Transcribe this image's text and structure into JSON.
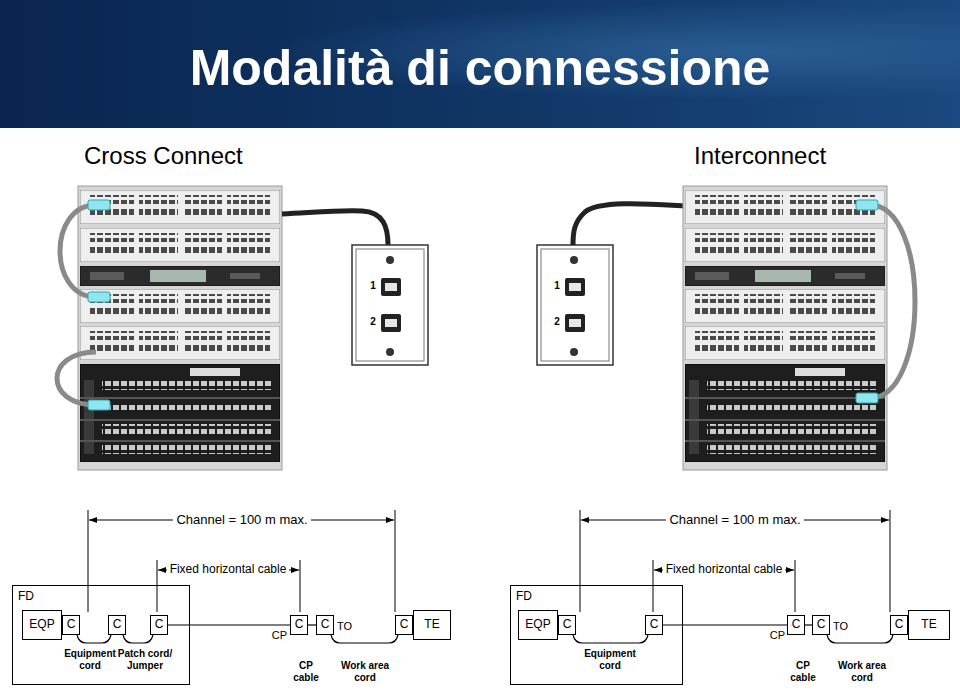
{
  "diagram": {
    "title": "Modalità di connessione",
    "nodes": [
      {
        "text": [
          "FD"
        ]
      },
      {
        "text": [
          "EQP"
        ],
        "in": 0
      },
      {
        "text": [
          "C"
        ],
        "in": 0
      },
      {
        "text": [
          "C"
        ],
        "in": 0
      },
      {
        "text": [
          "C"
        ],
        "in": 0
      },
      {
        "text": [
          "C"
        ]
      },
      {
        "text": [
          "C"
        ]
      },
      {
        "text": [
          "C"
        ]
      },
      {
        "text": [
          "TE"
        ]
      },
      {
        "text": [
          "FD"
        ]
      },
      {
        "text": [
          "EQP"
        ],
        "in": 9
      },
      {
        "text": [
          "C"
        ],
        "in": 9
      },
      {
        "text": [
          "C"
        ],
        "in": 9
      },
      {
        "text": [
          "C"
        ]
      },
      {
        "text": [
          "C"
        ]
      },
      {
        "text": [
          "C"
        ]
      },
      {
        "text": [
          "TE"
        ]
      }
    ],
    "edges": [
      {
        "from": 2,
        "to": 3,
        "arrow": "none"
      },
      {
        "from": 3,
        "to": 4,
        "arrow": "none"
      },
      {
        "from": 4,
        "to": 5,
        "arrow": "none"
      },
      {
        "from": 5,
        "to": 6,
        "arrow": "none"
      },
      {
        "from": 6,
        "to": 7,
        "arrow": "none"
      },
      {
        "from": 11,
        "to": 12,
        "arrow": "none"
      },
      {
        "from": 12,
        "to": 13,
        "arrow": "none"
      },
      {
        "from": 13,
        "to": 14,
        "arrow": "none"
      },
      {
        "from": 14,
        "to": 15,
        "arrow": "none"
      }
    ],
    "labels": [
      "Cross Connect",
      "Interconnect",
      "1",
      "2",
      "1",
      "2",
      "Channel = 100 m max.",
      "Fixed horizontal cable",
      "Equipment cord",
      "Patch cord/ Jumper",
      "CP",
      "TO",
      "CP cable",
      "Work area cord",
      "Channel = 100 m max.",
      "Fixed horizontal cable",
      "Equipment cord",
      "CP",
      "TO",
      "CP cable",
      "Work area cord"
    ]
  }
}
